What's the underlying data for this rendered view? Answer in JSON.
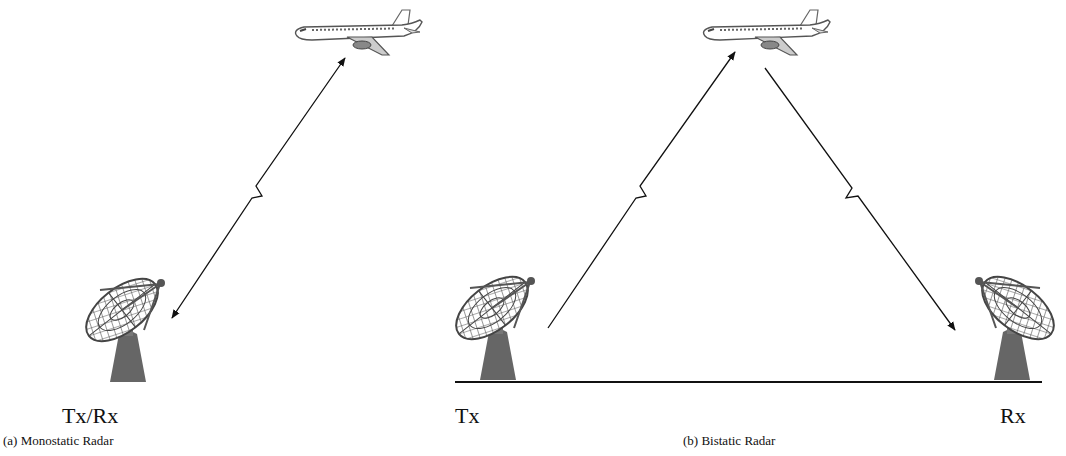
{
  "diagram": {
    "labels": [
      "Tx/Rx",
      "(a) Monostatic Radar",
      "Tx",
      "Rx",
      "(b) Bistatic Radar"
    ]
  }
}
